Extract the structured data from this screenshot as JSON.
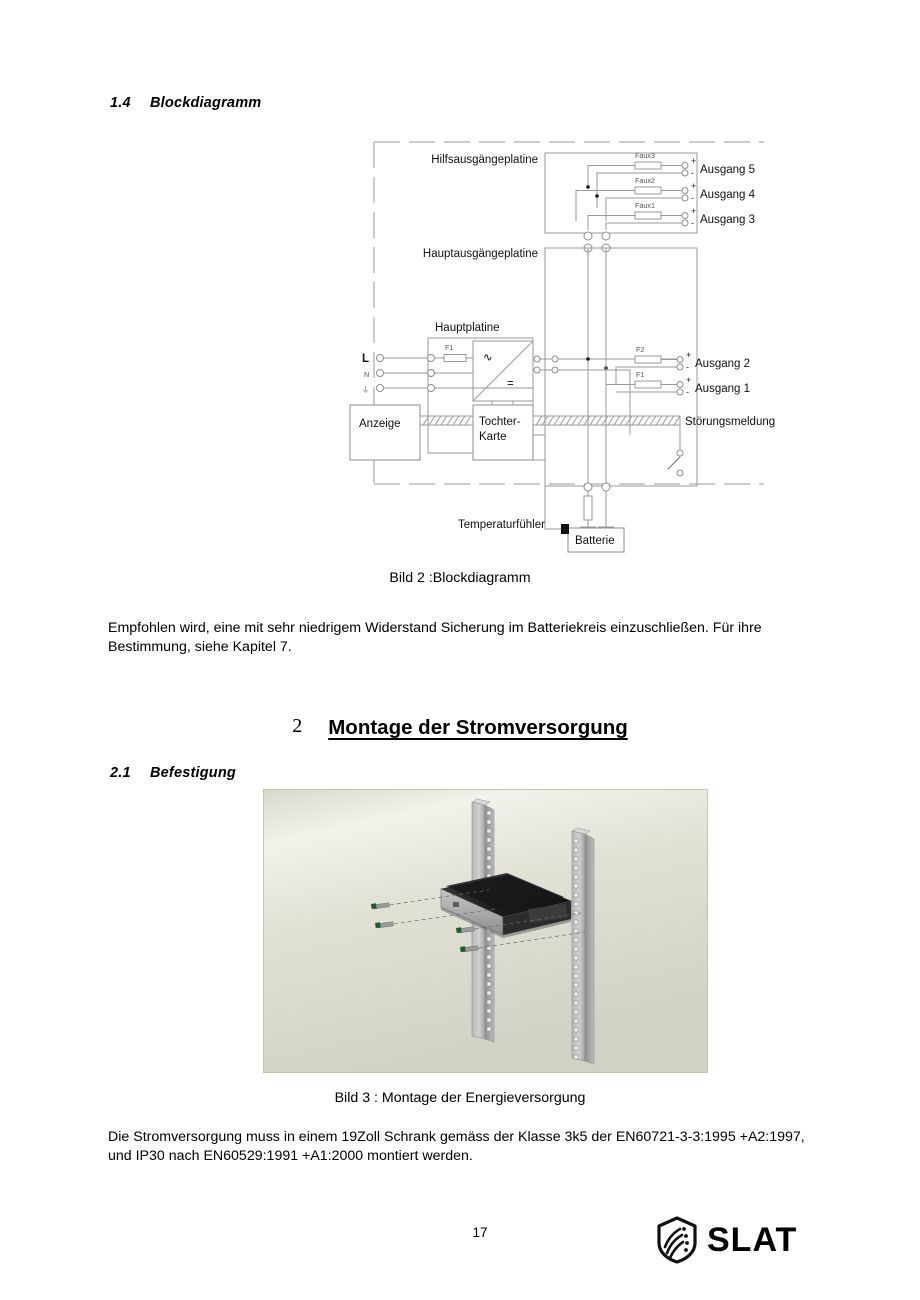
{
  "document": {
    "language": "de",
    "page_number": "17"
  },
  "sections": {
    "blockdiagram": {
      "number": "1.4",
      "title": "Blockdiagramm"
    },
    "chapter2": {
      "number": "2",
      "title": "Montage der Stromversorgung"
    },
    "befestigung": {
      "number": "2.1",
      "title": "Befestigung"
    }
  },
  "figures": {
    "figure2": {
      "caption": "Bild 2 :Blockdiagramm",
      "labels": {
        "aux_board": "Hilfsausgängeplatine",
        "main_output_board": "Hauptausgängeplatine",
        "main_board": "Hauptplatine",
        "display": "Anzeige",
        "daughter_card_line1": "Tochter-",
        "daughter_card_line2": "Karte",
        "temperature_sensor": "Temperaturfühler",
        "battery": "Batterie",
        "fault_signal": "Störungsmeldung"
      },
      "inputs": [
        {
          "name": "line",
          "label": "L"
        },
        {
          "name": "neutral",
          "label": "N"
        },
        {
          "name": "earth",
          "label": "⏚"
        }
      ],
      "fuses": [
        {
          "name": "main-fuse",
          "label": "F1"
        },
        {
          "name": "output2-fuse",
          "label": "F2"
        },
        {
          "name": "output1-fuse",
          "label": "F1"
        },
        {
          "name": "aux3-fuse",
          "label": "Faux3"
        },
        {
          "name": "aux2-fuse",
          "label": "Faux2"
        },
        {
          "name": "aux1-fuse",
          "label": "Faux1"
        }
      ],
      "outputs": [
        {
          "name": "output5",
          "label": "Ausgang 5",
          "plus": "+",
          "minus": "-"
        },
        {
          "name": "output4",
          "label": "Ausgang 4",
          "plus": "+",
          "minus": "-"
        },
        {
          "name": "output3",
          "label": "Ausgang 3",
          "plus": "+",
          "minus": "-"
        },
        {
          "name": "output2",
          "label": "Ausgang 2",
          "plus": "+",
          "minus": "-"
        },
        {
          "name": "output1",
          "label": "Ausgang 1",
          "plus": "+",
          "minus": "-"
        }
      ],
      "converter_symbols": {
        "ac": "∿",
        "dc": "="
      }
    },
    "figure3": {
      "caption": "Bild 3 : Montage der Energieversorgung",
      "alt": "19-Zoll Rackeinschub zwischen zwei Rackprofilen, Befestigung mit vier Schrauben"
    }
  },
  "paragraphs": {
    "battery_fuse": "Empfohlen wird, eine mit sehr niedrigem Widerstand Sicherung im Batteriekreis einzuschließen. Für ihre Bestimmung, siehe Kapitel 7.",
    "mounting_spec": "Die Stromversorgung muss in einem 19Zoll Schrank gemäss der Klasse 3k5 der EN60721-3-3:1995 +A2:1997, und IP30 nach EN60529:1991 +A1:2000 montiert werden."
  },
  "footer": {
    "page_number": "17",
    "brand": "SLAT",
    "logo_icon": "slat-shield-icon"
  },
  "colors": {
    "text": "#000000",
    "diagram_line": "#9a9a9a",
    "diagram_line_dark": "#6d6d6d",
    "photo_border": "#c9c49f",
    "background": "#ffffff"
  }
}
